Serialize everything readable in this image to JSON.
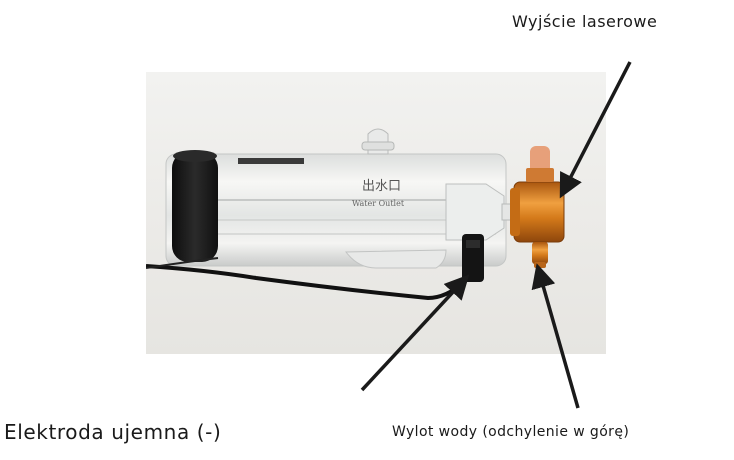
{
  "labels": {
    "laser_output": "Wyjście laserowe",
    "negative_electrode": "Elektroda ujemna (-)",
    "water_outlet": "Wylot wody (odchylenie w górę)"
  },
  "tube_marking": {
    "chinese": "出水口",
    "english": "Water Outlet"
  },
  "colors": {
    "background": "#f1f1ef",
    "cap": "#1b1b1b",
    "copper": "#d9831f",
    "arrow": "#1a1a1a"
  }
}
